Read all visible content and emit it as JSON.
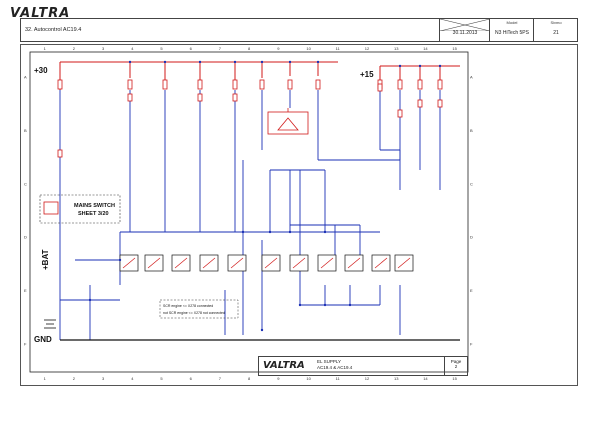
{
  "brand": "VALTRA",
  "header": {
    "title": "32. Autocontrol AC19.4",
    "date": "30.11.2013",
    "model_label": "Model",
    "model_value": "N3 HiTech 5PS",
    "sheet_label": "Sivmo",
    "sheet_value": "21"
  },
  "rails": {
    "plus30": "+30",
    "plus15": "+15",
    "plusbat": "+BAT",
    "gnd": "GND"
  },
  "mains_switch": {
    "line1": "MAINS SWITCH",
    "line2": "SHEET 3/20"
  },
  "note": {
    "line1": "SCR engine <= X278 connected",
    "line2": "not SCR engine <= X278 not connected"
  },
  "footer": {
    "brand": "VALTRA",
    "desc_line1": "EL SUPPLY",
    "desc_line2": "AC19.4 & AC19.4",
    "page_label": "Page",
    "page_value": "2"
  },
  "grid": {
    "columns": [
      "1",
      "2",
      "3",
      "4",
      "5",
      "6",
      "7",
      "8",
      "9",
      "10",
      "11",
      "12",
      "13",
      "14",
      "15"
    ],
    "rows": [
      "A",
      "B",
      "C",
      "D",
      "E",
      "F"
    ]
  },
  "colors": {
    "wire_red": "#d11a1a",
    "wire_blue": "#1a2fb5",
    "frame": "#555555"
  }
}
